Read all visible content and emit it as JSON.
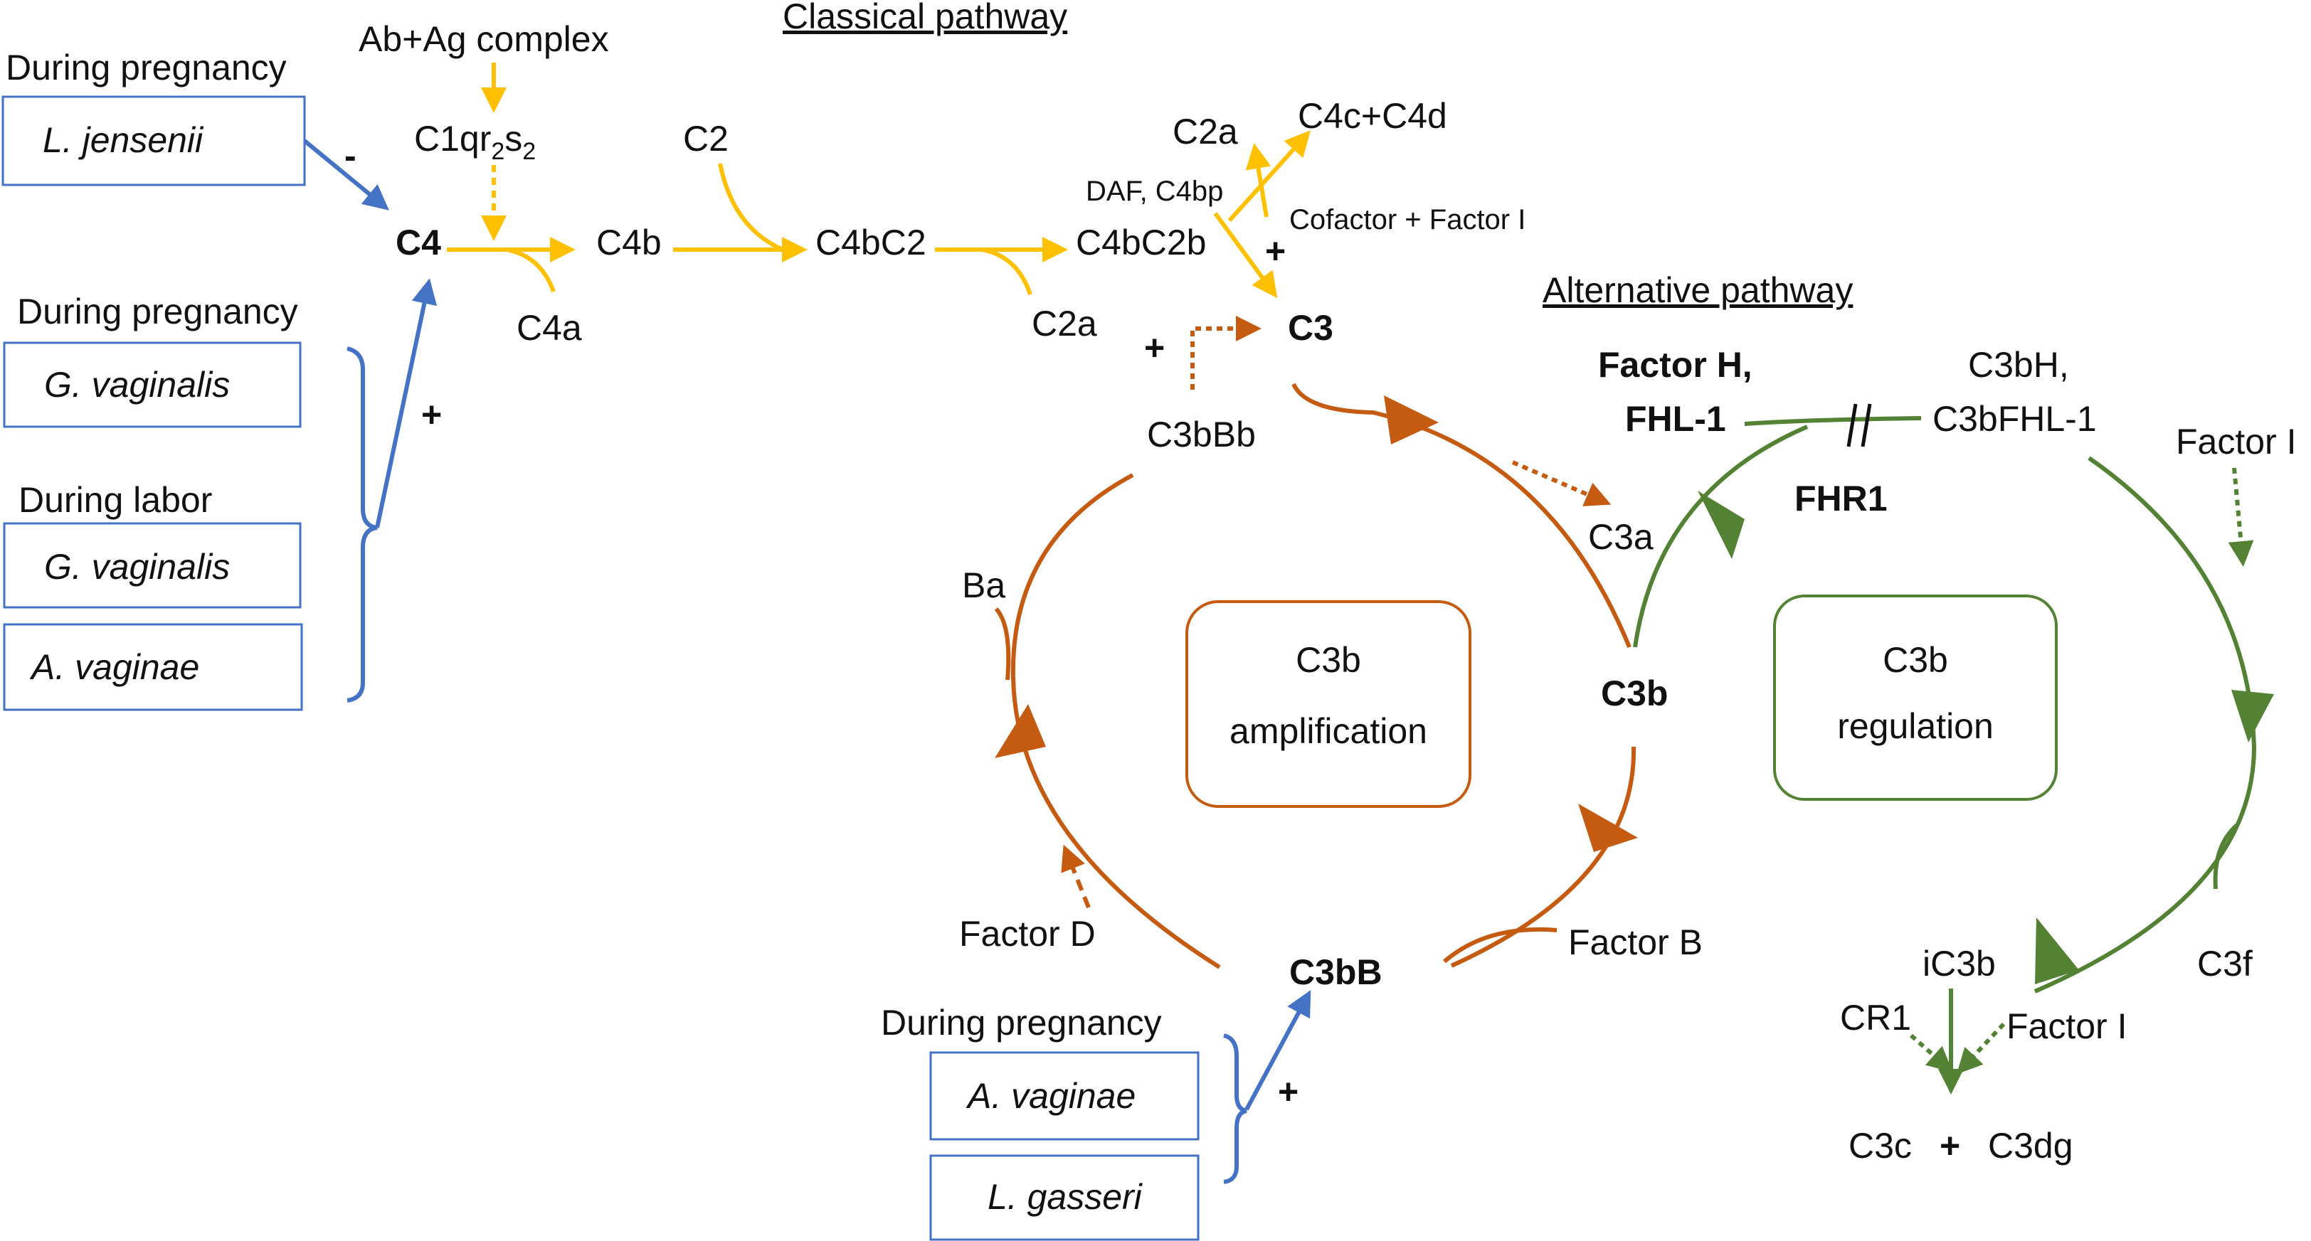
{
  "headers": {
    "classical": "Classical pathway",
    "alternative": "Alternative pathway"
  },
  "bacteria": {
    "preg1_label": "During pregnancy",
    "l_jensenii": "L. jensenii",
    "preg2_label": "During pregnancy",
    "g_vaginalis_1": "G. vaginalis",
    "labor_label": "During labor",
    "g_vaginalis_2": "G. vaginalis",
    "a_vaginae_1": "A. vaginae",
    "preg3_label": "During pregnancy",
    "a_vaginae_2": "A. vaginae",
    "l_gasseri": "L. gasseri"
  },
  "signs": {
    "minus": "-",
    "plus_left": "+",
    "plus_c3": "+",
    "plus_dotted": "+",
    "plus_c3bb": "+",
    "plus_c3c": "+"
  },
  "classical": {
    "ab_ag": "Ab+Ag complex",
    "c1_main": "C1qr",
    "c1_sub1": "2",
    "c1_s": "s",
    "c1_sub2": "2",
    "c4": "C4",
    "c4a": "C4a",
    "c4b": "C4b",
    "c2": "C2",
    "c4bc2": "C4bC2",
    "c2a_bottom": "C2a",
    "c4bc2b": "C4bC2b",
    "c2a_top": "C2a",
    "c4c_c4d": "C4c+C4d",
    "daf": "DAF, C4bp",
    "cofactor": "Cofactor + Factor I",
    "c3": "C3"
  },
  "amplification": {
    "c3bbb": "C3bBb",
    "c3a": "C3a",
    "ba": "Ba",
    "box_line1": "C3b",
    "box_line2": "amplification",
    "c3b": "C3b",
    "factor_d": "Factor D",
    "c3bb": "C3bB",
    "factor_b": "Factor B"
  },
  "regulation": {
    "factor_h": "Factor H,",
    "fhl1": "FHL-1",
    "fhr1": "FHR1",
    "c3bh": "C3bH,",
    "c3bfhl1": "C3bFHL-1",
    "factor_i_top": "Factor I",
    "box_line1": "C3b",
    "box_line2": "regulation",
    "ic3b": "iC3b",
    "c3f": "C3f",
    "cr1": "CR1",
    "factor_i_bottom": "Factor I",
    "c3c": "C3c",
    "c3dg": "C3dg"
  },
  "colors": {
    "classical": "#FFC000",
    "amplification": "#C55A11",
    "regulation": "#548235",
    "bacteria": "#4472C4"
  }
}
